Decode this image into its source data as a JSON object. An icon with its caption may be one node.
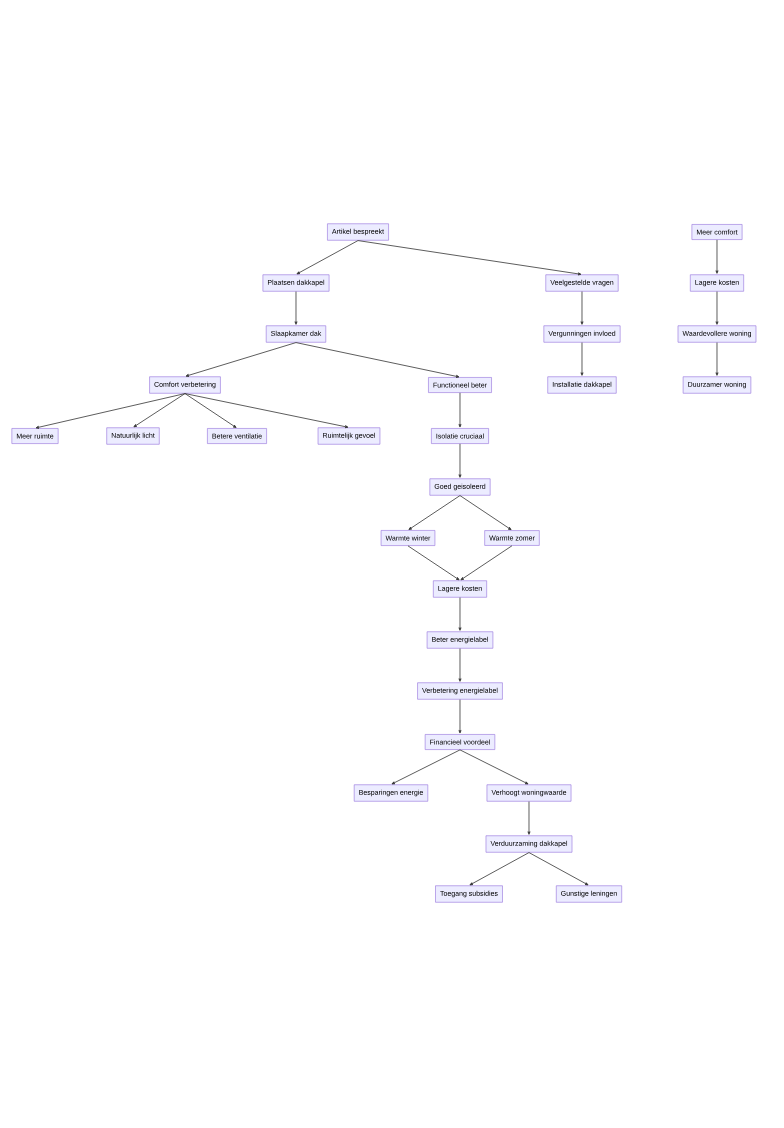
{
  "diagram": {
    "nodes": [
      {
        "text": [
          "Artikel bespreekt"
        ]
      },
      {
        "text": [
          "Plaatsen dakkapel"
        ]
      },
      {
        "text": [
          "Veelgestelde vragen"
        ]
      },
      {
        "text": [
          "Slaapkamer dak"
        ]
      },
      {
        "text": [
          "Vergunningen invloed"
        ]
      },
      {
        "text": [
          "Comfort verbetering"
        ]
      },
      {
        "text": [
          "Functioneel beter"
        ]
      },
      {
        "text": [
          "Installatie dakkapel"
        ]
      },
      {
        "text": [
          "Meer ruimte"
        ]
      },
      {
        "text": [
          "Natuurlijk licht"
        ]
      },
      {
        "text": [
          "Betere ventilatie"
        ]
      },
      {
        "text": [
          "Ruimtelijk gevoel"
        ]
      },
      {
        "text": [
          "Isolatie cruciaal"
        ]
      },
      {
        "text": [
          "Goed geisoleerd"
        ]
      },
      {
        "text": [
          "Warmte winter"
        ]
      },
      {
        "text": [
          "Warmte zomer"
        ]
      },
      {
        "text": [
          "Lagere kosten"
        ]
      },
      {
        "text": [
          "Beter energielabel"
        ]
      },
      {
        "text": [
          "Verbetering energielabel"
        ]
      },
      {
        "text": [
          "Financieel voordeel"
        ]
      },
      {
        "text": [
          "Besparingen energie"
        ]
      },
      {
        "text": [
          "Verhoogt woningwaarde"
        ]
      },
      {
        "text": [
          "Verduurzaming dakkapel"
        ]
      },
      {
        "text": [
          "Toegang subsidies"
        ]
      },
      {
        "text": [
          "Gunstige leningen"
        ]
      },
      {
        "text": [
          "Meer comfort"
        ]
      },
      {
        "text": [
          "Lagere kosten"
        ]
      },
      {
        "text": [
          "Waardevollere woning"
        ]
      },
      {
        "text": [
          "Duurzamer woning"
        ]
      }
    ],
    "edges": [
      {
        "from": 0,
        "to": 1,
        "arrow": "to"
      },
      {
        "from": 0,
        "to": 2,
        "arrow": "to"
      },
      {
        "from": 1,
        "to": 3,
        "arrow": "to"
      },
      {
        "from": 2,
        "to": 4,
        "arrow": "to"
      },
      {
        "from": 3,
        "to": 5,
        "arrow": "to"
      },
      {
        "from": 3,
        "to": 6,
        "arrow": "to"
      },
      {
        "from": 4,
        "to": 7,
        "arrow": "to"
      },
      {
        "from": 5,
        "to": 8,
        "arrow": "to"
      },
      {
        "from": 5,
        "to": 9,
        "arrow": "to"
      },
      {
        "from": 5,
        "to": 10,
        "arrow": "to"
      },
      {
        "from": 5,
        "to": 11,
        "arrow": "to"
      },
      {
        "from": 6,
        "to": 12,
        "arrow": "to"
      },
      {
        "from": 12,
        "to": 13,
        "arrow": "to"
      },
      {
        "from": 13,
        "to": 14,
        "arrow": "to"
      },
      {
        "from": 13,
        "to": 15,
        "arrow": "to"
      },
      {
        "from": 14,
        "to": 16,
        "arrow": "to"
      },
      {
        "from": 15,
        "to": 16,
        "arrow": "to"
      },
      {
        "from": 16,
        "to": 17,
        "arrow": "to"
      },
      {
        "from": 17,
        "to": 18,
        "arrow": "to"
      },
      {
        "from": 18,
        "to": 19,
        "arrow": "to"
      },
      {
        "from": 19,
        "to": 20,
        "arrow": "to"
      },
      {
        "from": 19,
        "to": 21,
        "arrow": "to"
      },
      {
        "from": 21,
        "to": 22,
        "arrow": "to"
      },
      {
        "from": 22,
        "to": 23,
        "arrow": "to"
      },
      {
        "from": 22,
        "to": 24,
        "arrow": "to"
      },
      {
        "from": 25,
        "to": 26,
        "arrow": "to"
      },
      {
        "from": 26,
        "to": 27,
        "arrow": "to"
      },
      {
        "from": 27,
        "to": 28,
        "arrow": "to"
      }
    ]
  }
}
